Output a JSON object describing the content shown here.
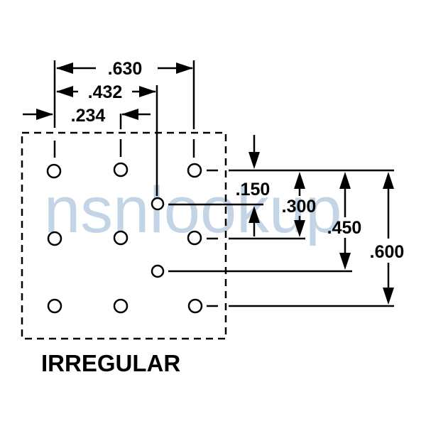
{
  "watermark": {
    "text": "nsnlookup",
    "color": "#8fb0d0"
  },
  "title": "IRREGULAR",
  "horizontal_dimensions": [
    ".630",
    ".432",
    ".234"
  ],
  "vertical_dimensions": [
    ".150",
    ".300",
    ".450",
    ".600"
  ]
}
